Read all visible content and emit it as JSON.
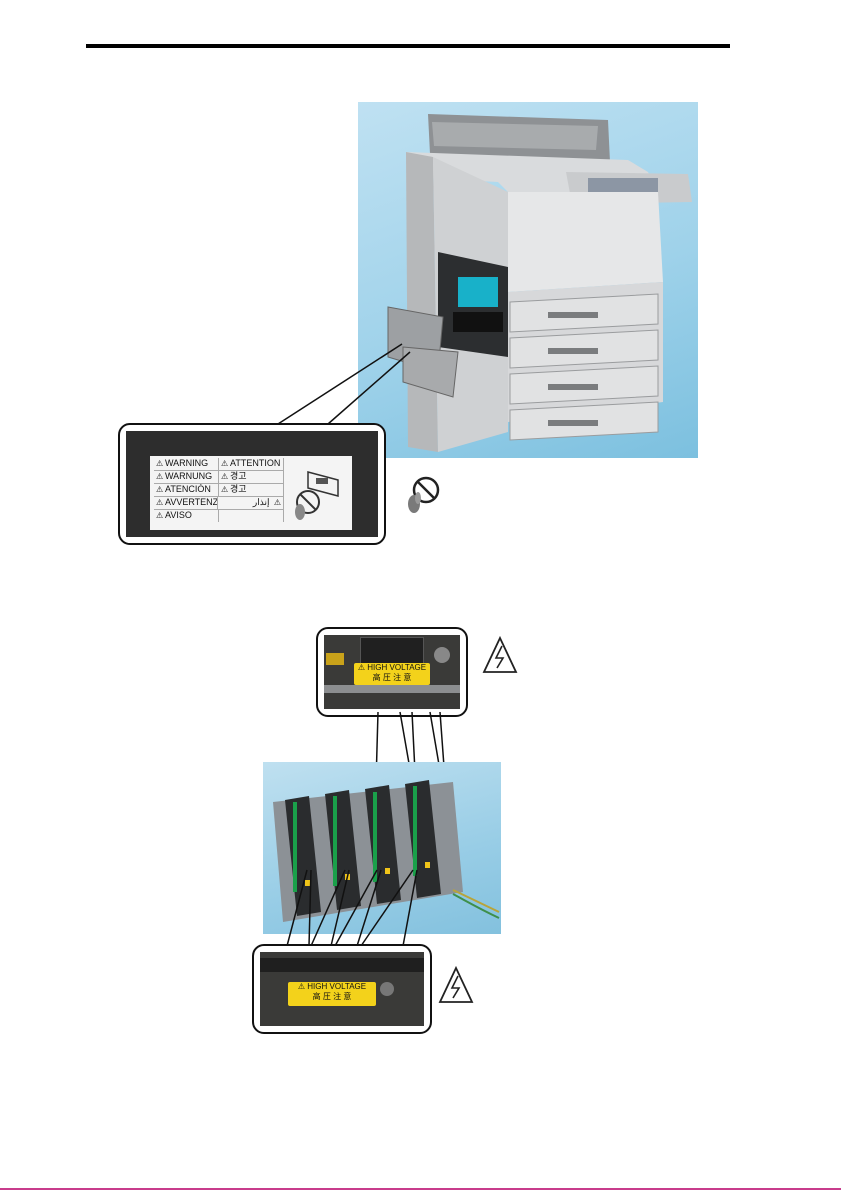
{
  "warning_label": {
    "rows": [
      [
        "WARNING",
        "ATTENTION"
      ],
      [
        "WARNUNG",
        "경고"
      ],
      [
        "ATENCIÓN",
        "경고"
      ],
      [
        "AVVERTENZA",
        "إنذار"
      ],
      [
        "AVISO",
        ""
      ]
    ]
  },
  "high_voltage": {
    "line1": "HIGH VOLTAGE",
    "line2": "高 圧 注 意"
  },
  "colors": {
    "rule": "#000000",
    "bottom_rule": "#c83c8c",
    "sticker_yellow": "#f3d21b"
  },
  "icons": [
    "no-touch-icon",
    "high-voltage-icon",
    "warning-triangle-icon"
  ]
}
